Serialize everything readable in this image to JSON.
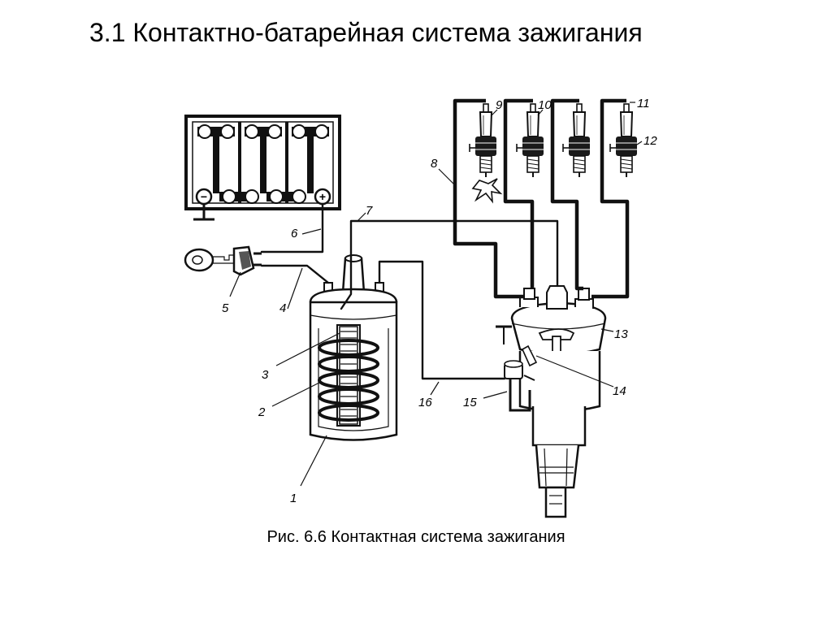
{
  "title": "3.1 Контактно-батарейная система зажигания",
  "caption": "Рис. 6.6 Контактная система зажигания",
  "labels": {
    "l1": "1",
    "l2": "2",
    "l3": "3",
    "l4": "4",
    "l5": "5",
    "l6": "6",
    "l7": "7",
    "l8": "8",
    "l9": "9",
    "l10": "10",
    "l11": "11",
    "l12": "12",
    "l13": "13",
    "l14": "14",
    "l15": "15",
    "l16": "16"
  },
  "battery": {
    "minus": "−",
    "plus": "+"
  },
  "icons": [
    "battery-icon",
    "ignition-key-icon",
    "ignition-coil-icon",
    "spark-plug-icon",
    "distributor-icon"
  ]
}
